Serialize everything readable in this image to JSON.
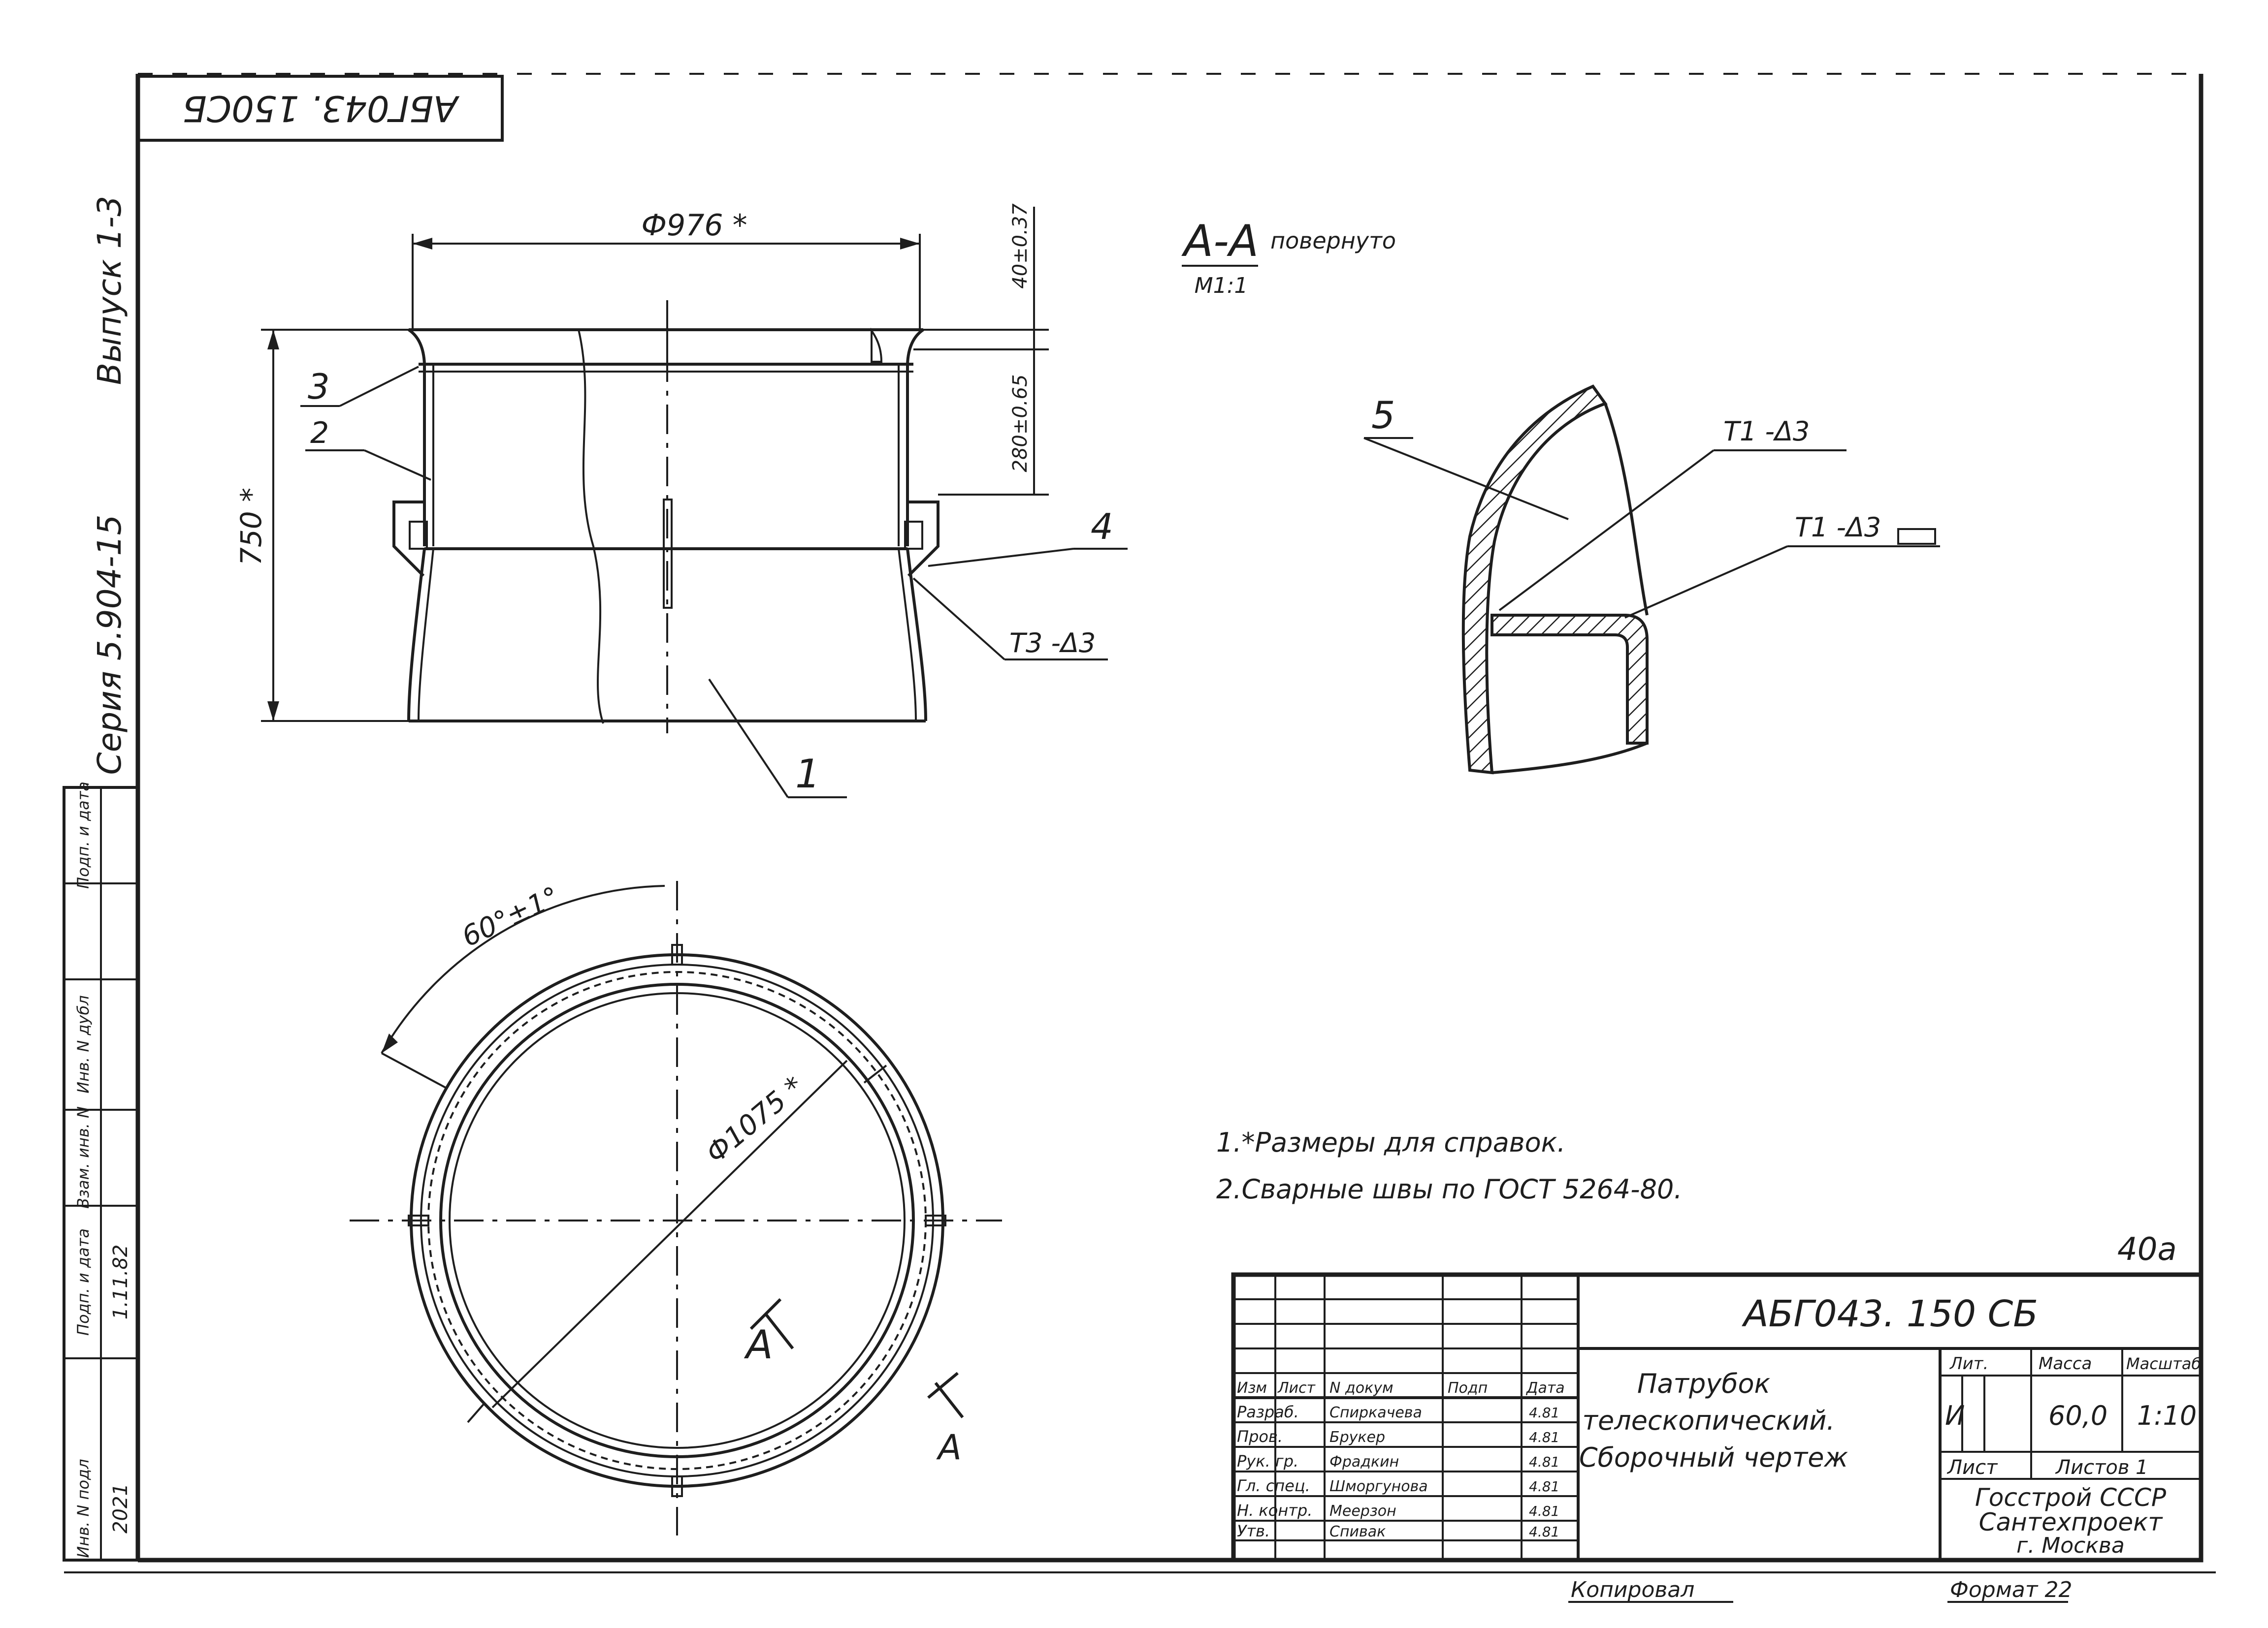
{
  "stamp_top": "АБГ043. 150СБ",
  "left_strip": {
    "series": "Серия 5.904-15",
    "issue": "Выпуск 1-3",
    "col_inv_podl": "Инв. N подл",
    "col_podp_data_1": "Подп. и дата",
    "col_vzam_inv": "Взам. инв. N",
    "col_inv_dubl": "Инв. N дубл",
    "col_podp_data_2": "Подп. и дата",
    "inv_value": "2021",
    "sign_value": "1.11.82"
  },
  "front_view": {
    "dim_top_diameter": "Ф976 *",
    "dim_height": "750 *",
    "dim_flange": "40±0.37",
    "dim_shell": "280±0.65",
    "pos_1": "1",
    "pos_2": "2",
    "pos_3": "3",
    "pos_4": "4",
    "weld_note": "Т3 -Δ3"
  },
  "section_view": {
    "title": "А-А",
    "title_suffix": "повернуто",
    "scale": "М1:1",
    "pos_5": "5",
    "weld_1": "Т1 -Δ3",
    "weld_2": "Т1 -Δ3"
  },
  "plan_view": {
    "angle": "60°±1°",
    "diameter": "Ф1075 *",
    "cut_label_left": "А",
    "cut_label_right": "А"
  },
  "notes": [
    "1.*Размеры для справок.",
    "2.Сварные швы по ГОСТ 5264-80."
  ],
  "page_mark": "40а",
  "title_block": {
    "doc_number": "АБГ043. 150 СБ",
    "name_line_1": "Патрубок",
    "name_line_2": "телескопический.",
    "name_line_3": "Сборочный чертеж",
    "headers": {
      "izm": "Изм",
      "list": "Лист",
      "doc": "N докум",
      "podp": "Подп",
      "data": "Дата"
    },
    "roles": [
      {
        "role": "Разраб.",
        "name": "Спиркачева",
        "date": "4.81"
      },
      {
        "role": "Пров.",
        "name": "Брукер",
        "date": "4.81"
      },
      {
        "role": "Рук. гр.",
        "name": "Фрадкин",
        "date": "4.81"
      },
      {
        "role": "Гл. спец.",
        "name": "Шморгунова",
        "date": "4.81"
      },
      {
        "role": "Н. контр.",
        "name": "Меерзон",
        "date": "4.81"
      },
      {
        "role": "Утв.",
        "name": "Спивак",
        "date": "4.81"
      }
    ],
    "lit_label": "Лит.",
    "mass_label": "Масса",
    "scale_label": "Масштаб",
    "lit_value": "И",
    "mass_value": "60,0",
    "scale_value": "1:10",
    "sheet_label": "Лист",
    "sheets_label": "Листов 1",
    "org_1": "Госстрой СССР",
    "org_2": "Сантехпроект",
    "org_3": "г. Москва"
  },
  "copied": "Копировал",
  "format": "Формат 22"
}
